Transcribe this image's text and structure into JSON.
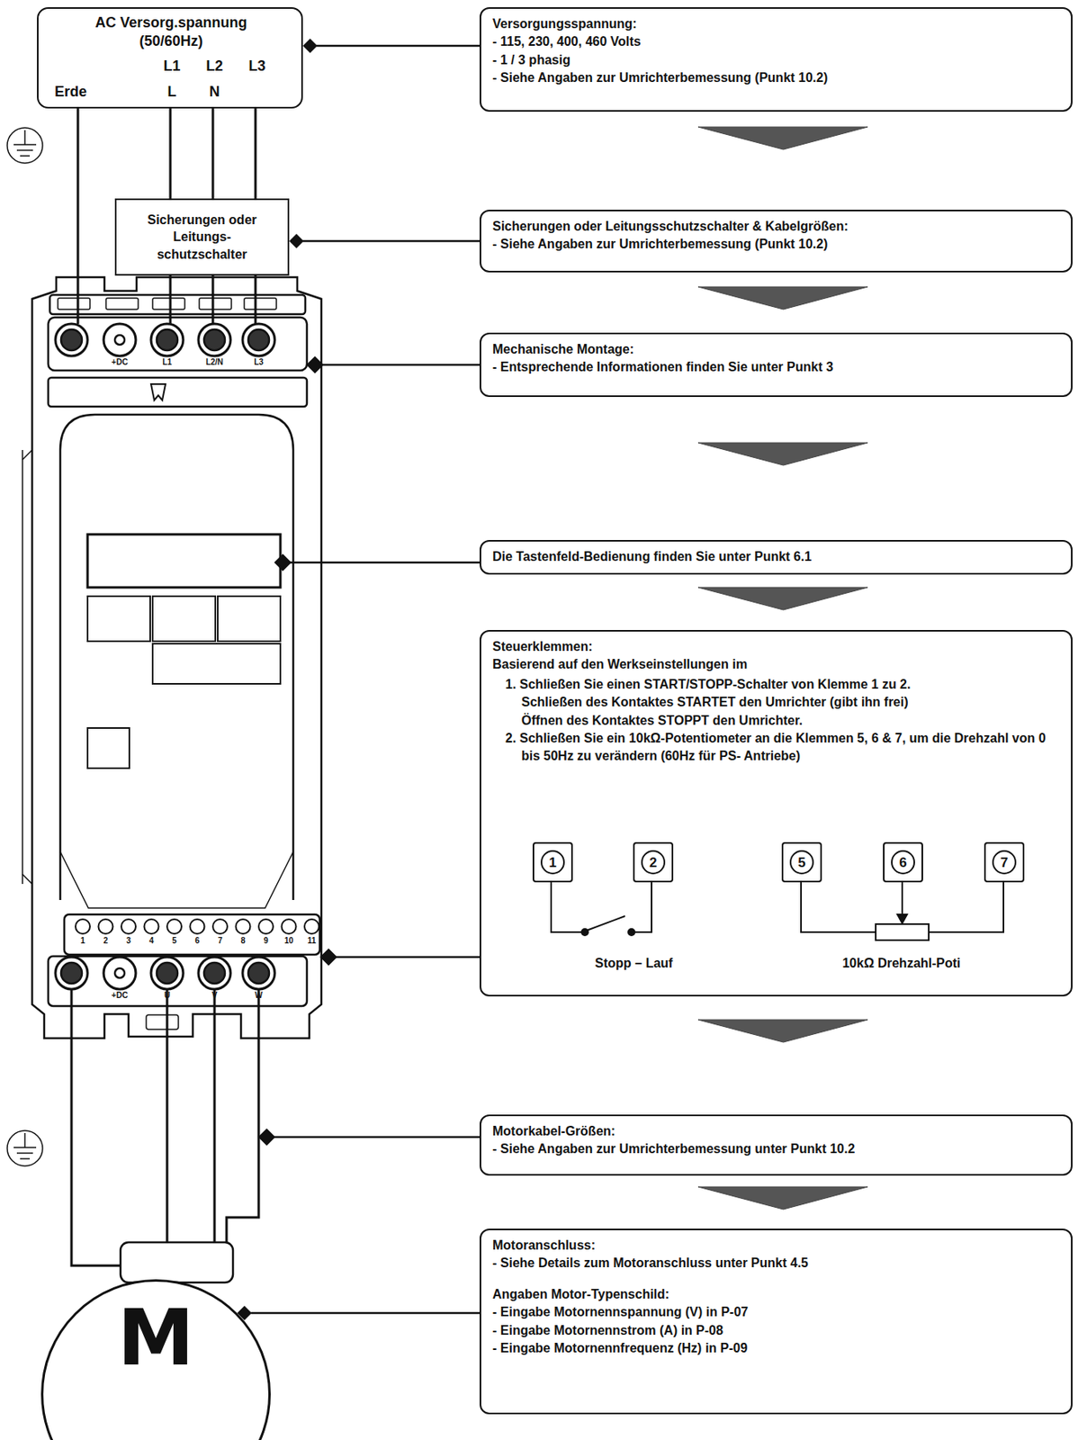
{
  "diagram": {
    "nodes": [
      {
        "text": [
          "AC Versorg.spannung (50/60Hz)",
          "L1",
          "L2",
          "L3",
          "Erde",
          "L",
          "N"
        ]
      },
      {
        "text": [
          "Versorgungsspannung:",
          "- 115, 230, 400, 460 Volts",
          "- 1 / 3 phasig",
          "- Siehe Angaben zur Umrichterbemessung (Punkt 10.2)"
        ]
      },
      {
        "text": [
          "Sicherungen oder Leitungs- schutzschalter"
        ]
      },
      {
        "text": [
          "Sicherungen oder Leitungsschutzschalter & Kabelgrößen:",
          "- Siehe Angaben zur Umrichterbemessung (Punkt 10.2)"
        ]
      },
      {
        "text": [
          "Mechanische Montage:",
          "- Entsprechende Informationen finden Sie unter Punkt 3"
        ]
      },
      {
        "text": [
          "Die Tastenfeld-Bedienung finden Sie unter Punkt 6.1"
        ]
      },
      {
        "text": [
          "Steuerklemmen:",
          "Basierend auf den Werkseinstellungen im",
          "1. Schließen Sie einen START/STOPP-Schalter von Klemme 1 zu 2.",
          "Schließen des Kontaktes STARTET den Umrichter (gibt ihn frei)",
          "Öffnen des Kontaktes STOPPT den Umrichter.",
          "2. Schließen Sie ein 10kΩ-Potentiometer an die Klemmen 5, 6 & 7, um die Drehzahl von 0 bis 50Hz zu verändern (60Hz für PS- Antriebe)"
        ]
      },
      {
        "text": [
          "1"
        ],
        "in": 6
      },
      {
        "text": [
          "2"
        ],
        "in": 6
      },
      {
        "text": [
          "5"
        ],
        "in": 6
      },
      {
        "text": [
          "6"
        ],
        "in": 6
      },
      {
        "text": [
          "7"
        ],
        "in": 6
      },
      {
        "text": [
          "Motorkabel-Größen:",
          "- Siehe Angaben zur Umrichterbemessung unter Punkt 10.2"
        ]
      },
      {
        "text": [
          "Motoranschluss:",
          "- Siehe Details zum Motoranschluss unter Punkt 4.5",
          "Angaben Motor-Typenschild:",
          "- Eingabe Motornennspannung (V) in P-07",
          "- Eingabe Motornennstrom (A) in P-08",
          "- Eingabe Motornennfrequenz (Hz) in P-09"
        ]
      },
      {
        "text": [
          "M"
        ]
      }
    ],
    "edges": [
      {
        "from": 0,
        "to": 2,
        "arrow": "none"
      },
      {
        "from": 0,
        "to": 2,
        "arrow": "none"
      },
      {
        "from": 0,
        "to": 2,
        "arrow": "none"
      },
      {
        "from": 1,
        "to": 0,
        "arrow": "to"
      },
      {
        "from": 3,
        "to": 2,
        "arrow": "to"
      },
      {
        "from": 13,
        "to": 14,
        "arrow": "to"
      },
      {
        "from": 1,
        "to": 3,
        "arrow": "to"
      },
      {
        "from": 3,
        "to": 4,
        "arrow": "to"
      },
      {
        "from": 4,
        "to": 5,
        "arrow": "to"
      },
      {
        "from": 5,
        "to": 6,
        "arrow": "to"
      },
      {
        "from": 6,
        "to": 12,
        "arrow": "to"
      },
      {
        "from": 12,
        "to": 13,
        "arrow": "to"
      }
    ],
    "labels": [
      "+DC",
      "L1",
      "L2/N",
      "L3",
      "1",
      "2",
      "3",
      "4",
      "5",
      "6",
      "7",
      "8",
      "9",
      "10",
      "11",
      "+DC",
      "U",
      "V",
      "W",
      "Stopp – Lauf",
      "10kΩ Drehzahl-Poti"
    ]
  }
}
